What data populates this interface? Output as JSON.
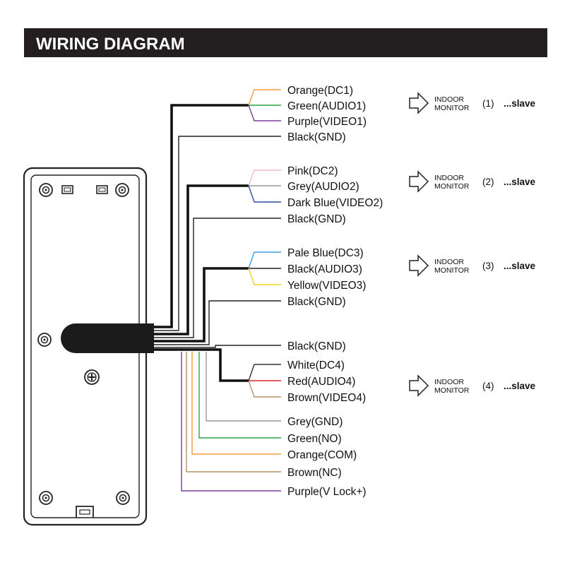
{
  "title": "WIRING DIAGRAM",
  "colors": {
    "title_bar": "#231f20",
    "thick_wire": "#111111",
    "orange": "#f39a3b",
    "green": "#27a845",
    "purple": "#7b3fa0",
    "black": "#222222",
    "pink": "#f5b6c6",
    "grey": "#9a9a9a",
    "dark_blue": "#2d4f9e",
    "pale_blue": "#3aa3dc",
    "yellow": "#f7d21a",
    "white_wire": "#333333",
    "red": "#e3222a",
    "brown": "#b5926a"
  },
  "groups": [
    {
      "wires": [
        {
          "label": "Orange(DC1)",
          "color": "orange"
        },
        {
          "label": "Green(AUDIO1)",
          "color": "green"
        },
        {
          "label": "Purple(VIDEO1)",
          "color": "purple"
        }
      ],
      "gnd": {
        "label": "Black(GND)",
        "color": "black"
      },
      "monitor": {
        "line1": "INDOOR",
        "line2": "MONITOR",
        "number": "(1)",
        "suffix": "...slave"
      }
    },
    {
      "wires": [
        {
          "label": "Pink(DC2)",
          "color": "pink"
        },
        {
          "label": "Grey(AUDIO2)",
          "color": "grey"
        },
        {
          "label": "Dark Blue(VIDEO2)",
          "color": "dark_blue"
        }
      ],
      "gnd": {
        "label": "Black(GND)",
        "color": "black"
      },
      "monitor": {
        "line1": "INDOOR",
        "line2": "MONITOR",
        "number": "(2)",
        "suffix": "...slave"
      }
    },
    {
      "wires": [
        {
          "label": "Pale Blue(DC3)",
          "color": "pale_blue"
        },
        {
          "label": "Black(AUDIO3)",
          "color": "black"
        },
        {
          "label": "Yellow(VIDEO3)",
          "color": "yellow"
        }
      ],
      "gnd": {
        "label": "Black(GND)",
        "color": "black"
      },
      "monitor": {
        "line1": "INDOOR",
        "line2": "MONITOR",
        "number": "(3)",
        "suffix": "...slave"
      }
    },
    {
      "gnd": {
        "label": "Black(GND)",
        "color": "black"
      },
      "wires": [
        {
          "label": "White(DC4)",
          "color": "white_wire"
        },
        {
          "label": "Red(AUDIO4)",
          "color": "red"
        },
        {
          "label": "Brown(VIDEO4)",
          "color": "brown"
        }
      ],
      "monitor": {
        "line1": "INDOOR",
        "line2": "MONITOR",
        "number": "(4)",
        "suffix": "...slave"
      }
    }
  ],
  "lock_wires": [
    {
      "label": "Grey(GND)",
      "color": "grey"
    },
    {
      "label": "Green(NO)",
      "color": "green"
    },
    {
      "label": "Orange(COM)",
      "color": "orange"
    },
    {
      "label": "Brown(NC)",
      "color": "brown"
    },
    {
      "label": "Purple(V Lock+)",
      "color": "purple"
    }
  ]
}
